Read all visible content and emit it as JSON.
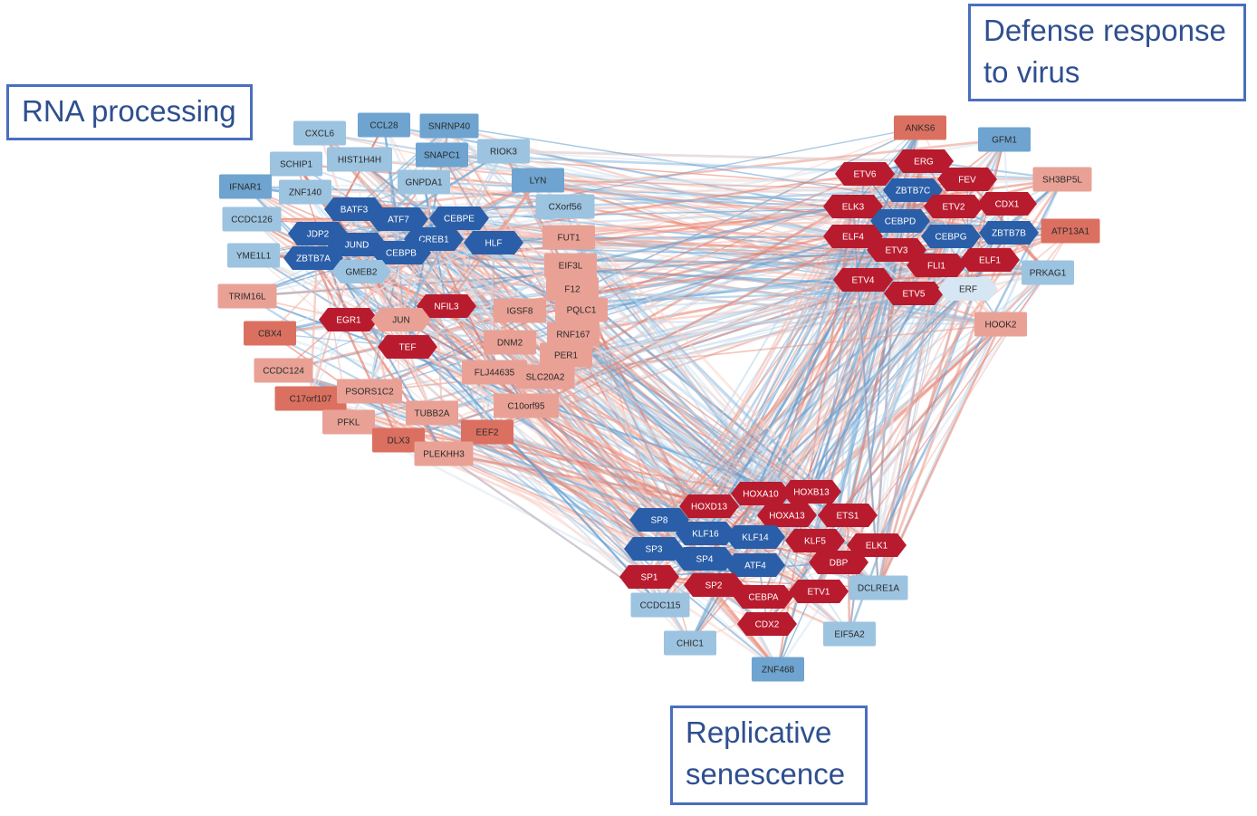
{
  "callouts": {
    "rna": "RNA processing",
    "defense_line1": "Defense response",
    "defense_line2": "to virus",
    "replicative_line1": "Replicative",
    "replicative_line2": "senescence"
  },
  "colors": {
    "dark_blue": "#2a5ea8",
    "mid_blue": "#6ea4cf",
    "light_blue": "#9cc3e0",
    "pale_blue": "#d6e6f2",
    "dark_red": "#b81b2e",
    "mid_red": "#db7060",
    "light_red": "#e9a196",
    "callout_border": "#4a6fbf",
    "callout_text": "#2f4f8f"
  },
  "clusters": [
    {
      "id": "rna",
      "nodes": [
        {
          "label": "CXCL6",
          "shape": "rect",
          "color": "light_blue"
        },
        {
          "label": "CCL28",
          "shape": "rect",
          "color": "mid_blue"
        },
        {
          "label": "SNRNP40",
          "shape": "rect",
          "color": "mid_blue"
        },
        {
          "label": "SCHIP1",
          "shape": "rect",
          "color": "light_blue"
        },
        {
          "label": "HIST1H4H",
          "shape": "rect",
          "color": "light_blue"
        },
        {
          "label": "SNAPC1",
          "shape": "rect",
          "color": "mid_blue"
        },
        {
          "label": "RIOK3",
          "shape": "rect",
          "color": "light_blue"
        },
        {
          "label": "IFNAR1",
          "shape": "rect",
          "color": "mid_blue"
        },
        {
          "label": "ZNF140",
          "shape": "rect",
          "color": "light_blue"
        },
        {
          "label": "GNPDA1",
          "shape": "rect",
          "color": "light_blue"
        },
        {
          "label": "LYN",
          "shape": "rect",
          "color": "mid_blue"
        },
        {
          "label": "CCDC126",
          "shape": "rect",
          "color": "light_blue"
        },
        {
          "label": "BATF3",
          "shape": "hex",
          "color": "dark_blue"
        },
        {
          "label": "ATF7",
          "shape": "hex",
          "color": "dark_blue"
        },
        {
          "label": "CEBPE",
          "shape": "hex",
          "color": "dark_blue"
        },
        {
          "label": "CXorf56",
          "shape": "rect",
          "color": "light_blue"
        },
        {
          "label": "JDP2",
          "shape": "hex",
          "color": "dark_blue"
        },
        {
          "label": "JUND",
          "shape": "hex",
          "color": "dark_blue"
        },
        {
          "label": "CREB1",
          "shape": "hex",
          "color": "dark_blue"
        },
        {
          "label": "HLF",
          "shape": "hex",
          "color": "dark_blue"
        },
        {
          "label": "FUT1",
          "shape": "rect",
          "color": "light_red"
        },
        {
          "label": "YME1L1",
          "shape": "rect",
          "color": "light_blue"
        },
        {
          "label": "ZBTB7A",
          "shape": "hex",
          "color": "dark_blue"
        },
        {
          "label": "CEBPB",
          "shape": "hex",
          "color": "dark_blue"
        },
        {
          "label": "GMEB2",
          "shape": "hex",
          "color": "light_blue"
        },
        {
          "label": "EIF3L",
          "shape": "rect",
          "color": "light_red"
        },
        {
          "label": "TRIM16L",
          "shape": "rect",
          "color": "light_red"
        },
        {
          "label": "F12",
          "shape": "rect",
          "color": "light_red"
        },
        {
          "label": "NFIL3",
          "shape": "hex",
          "color": "dark_red"
        },
        {
          "label": "IGSF8",
          "shape": "rect",
          "color": "light_red"
        },
        {
          "label": "PQLC1",
          "shape": "rect",
          "color": "light_red"
        },
        {
          "label": "EGR1",
          "shape": "hex",
          "color": "dark_red"
        },
        {
          "label": "JUN",
          "shape": "hex",
          "color": "light_red"
        },
        {
          "label": "CBX4",
          "shape": "rect",
          "color": "mid_red"
        },
        {
          "label": "RNF167",
          "shape": "rect",
          "color": "light_red"
        },
        {
          "label": "DNM2",
          "shape": "rect",
          "color": "light_red"
        },
        {
          "label": "TEF",
          "shape": "hex",
          "color": "dark_red"
        },
        {
          "label": "PER1",
          "shape": "rect",
          "color": "light_red"
        },
        {
          "label": "CCDC124",
          "shape": "rect",
          "color": "light_red"
        },
        {
          "label": "FLJ44635",
          "shape": "rect",
          "color": "light_red"
        },
        {
          "label": "SLC20A2",
          "shape": "rect",
          "color": "light_red"
        },
        {
          "label": "C17orf107",
          "shape": "rect",
          "color": "mid_red"
        },
        {
          "label": "PSORS1C2",
          "shape": "rect",
          "color": "light_red"
        },
        {
          "label": "C10orf95",
          "shape": "rect",
          "color": "light_red"
        },
        {
          "label": "PFKL",
          "shape": "rect",
          "color": "light_red"
        },
        {
          "label": "TUBB2A",
          "shape": "rect",
          "color": "light_red"
        },
        {
          "label": "EEF2",
          "shape": "rect",
          "color": "mid_red"
        },
        {
          "label": "DLX3",
          "shape": "rect",
          "color": "mid_red"
        },
        {
          "label": "PLEKHH3",
          "shape": "rect",
          "color": "light_red"
        }
      ]
    },
    {
      "id": "defense",
      "nodes": [
        {
          "label": "ANKS6",
          "shape": "rect",
          "color": "mid_red"
        },
        {
          "label": "GFM1",
          "shape": "rect",
          "color": "mid_blue"
        },
        {
          "label": "ETV6",
          "shape": "hex",
          "color": "dark_red"
        },
        {
          "label": "ERG",
          "shape": "hex",
          "color": "dark_red"
        },
        {
          "label": "FEV",
          "shape": "hex",
          "color": "dark_red"
        },
        {
          "label": "SH3BP5L",
          "shape": "rect",
          "color": "light_red"
        },
        {
          "label": "ZBTB7C",
          "shape": "hex",
          "color": "dark_blue"
        },
        {
          "label": "ELK3",
          "shape": "hex",
          "color": "dark_red"
        },
        {
          "label": "ETV2",
          "shape": "hex",
          "color": "dark_red"
        },
        {
          "label": "CDX1",
          "shape": "hex",
          "color": "dark_red"
        },
        {
          "label": "CEBPD",
          "shape": "hex",
          "color": "dark_blue"
        },
        {
          "label": "ATP13A1",
          "shape": "rect",
          "color": "mid_red"
        },
        {
          "label": "ELF4",
          "shape": "hex",
          "color": "dark_red"
        },
        {
          "label": "CEBPG",
          "shape": "hex",
          "color": "dark_blue"
        },
        {
          "label": "ZBTB7B",
          "shape": "hex",
          "color": "dark_blue"
        },
        {
          "label": "ETV3",
          "shape": "hex",
          "color": "dark_red"
        },
        {
          "label": "FLI1",
          "shape": "hex",
          "color": "dark_red"
        },
        {
          "label": "ELF1",
          "shape": "hex",
          "color": "dark_red"
        },
        {
          "label": "PRKAG1",
          "shape": "rect",
          "color": "light_blue"
        },
        {
          "label": "ETV4",
          "shape": "hex",
          "color": "dark_red"
        },
        {
          "label": "ETV5",
          "shape": "hex",
          "color": "dark_red"
        },
        {
          "label": "ERF",
          "shape": "hex",
          "color": "pale_blue"
        },
        {
          "label": "HOOK2",
          "shape": "rect",
          "color": "light_red"
        }
      ]
    },
    {
      "id": "replicative",
      "nodes": [
        {
          "label": "HOXA10",
          "shape": "hex",
          "color": "dark_red"
        },
        {
          "label": "HOXB13",
          "shape": "hex",
          "color": "dark_red"
        },
        {
          "label": "HOXD13",
          "shape": "hex",
          "color": "dark_red"
        },
        {
          "label": "HOXA13",
          "shape": "hex",
          "color": "dark_red"
        },
        {
          "label": "ETS1",
          "shape": "hex",
          "color": "dark_red"
        },
        {
          "label": "SP8",
          "shape": "hex",
          "color": "dark_blue"
        },
        {
          "label": "KLF16",
          "shape": "hex",
          "color": "dark_blue"
        },
        {
          "label": "KLF14",
          "shape": "hex",
          "color": "dark_blue"
        },
        {
          "label": "KLF5",
          "shape": "hex",
          "color": "dark_red"
        },
        {
          "label": "ELK1",
          "shape": "hex",
          "color": "dark_red"
        },
        {
          "label": "SP3",
          "shape": "hex",
          "color": "dark_blue"
        },
        {
          "label": "SP4",
          "shape": "hex",
          "color": "dark_blue"
        },
        {
          "label": "ATF4",
          "shape": "hex",
          "color": "dark_blue"
        },
        {
          "label": "DBP",
          "shape": "hex",
          "color": "dark_red"
        },
        {
          "label": "SP1",
          "shape": "hex",
          "color": "dark_red"
        },
        {
          "label": "SP2",
          "shape": "hex",
          "color": "dark_red"
        },
        {
          "label": "CEBPA",
          "shape": "hex",
          "color": "dark_red"
        },
        {
          "label": "ETV1",
          "shape": "hex",
          "color": "dark_red"
        },
        {
          "label": "DCLRE1A",
          "shape": "rect",
          "color": "light_blue"
        },
        {
          "label": "CCDC115",
          "shape": "rect",
          "color": "light_blue"
        },
        {
          "label": "CDX2",
          "shape": "hex",
          "color": "dark_red"
        },
        {
          "label": "EIF5A2",
          "shape": "rect",
          "color": "light_blue"
        },
        {
          "label": "CHIC1",
          "shape": "rect",
          "color": "light_blue"
        },
        {
          "label": "ZNF468",
          "shape": "rect",
          "color": "mid_blue"
        }
      ]
    }
  ]
}
